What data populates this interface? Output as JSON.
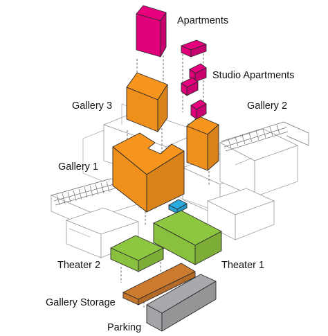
{
  "labels": {
    "apartments": "Apartments",
    "studio_apartments": "Studio Apartments",
    "gallery3": "Gallery 3",
    "gallery2": "Gallery 2",
    "gallery1": "Gallery 1",
    "theater2": "Theater 2",
    "theater1": "Theater 1",
    "gallery_storage": "Gallery Storage",
    "parking": "Parking"
  },
  "colors": {
    "apartments": "#e6007e",
    "galleries": "#f7941d",
    "theaters": "#8dc63f",
    "storage": "#cc7a2e",
    "parking": "#a7a9ac",
    "connector": "#29abe2"
  }
}
